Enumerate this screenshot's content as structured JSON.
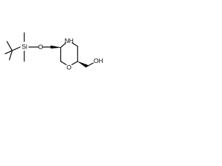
{
  "molecule": {
    "atoms": {
      "si": "Si",
      "o_ether": "O",
      "nh": "NH",
      "o_ring": "O",
      "oh": "OH"
    }
  }
}
